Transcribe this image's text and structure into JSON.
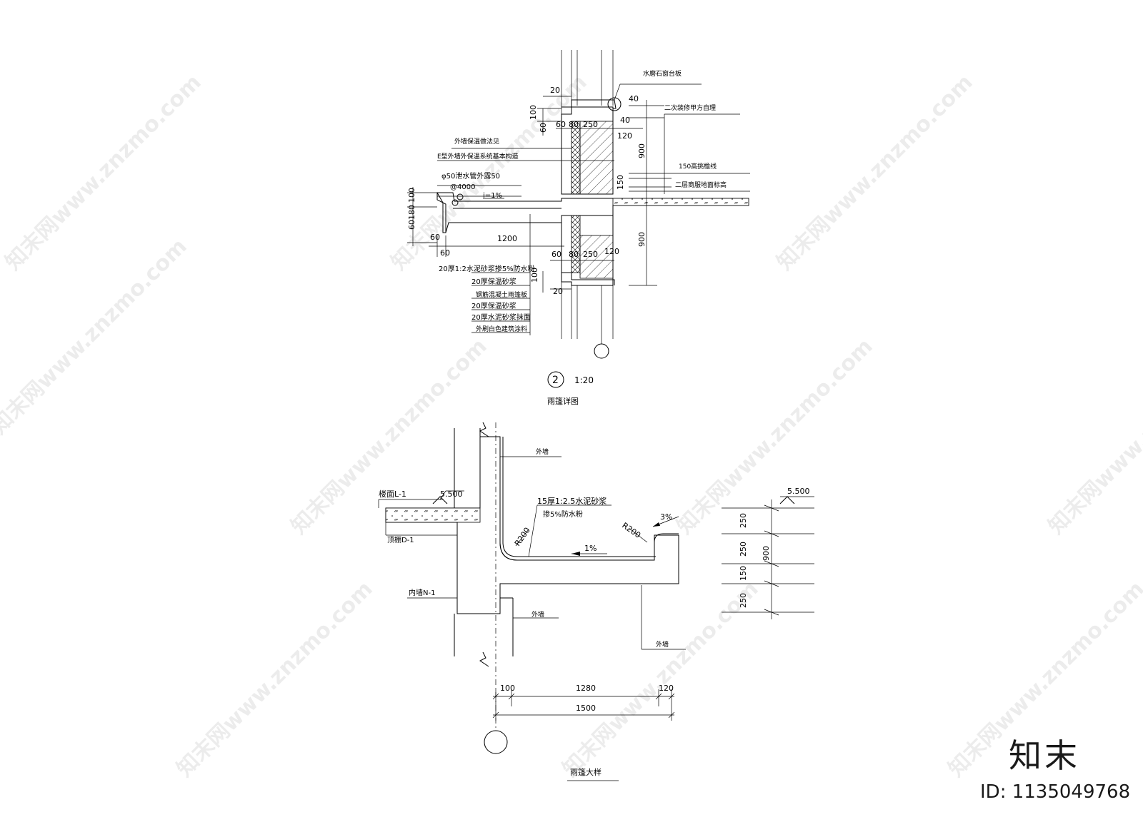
{
  "detail1": {
    "title_num": "2",
    "scale": "1:20",
    "caption": "雨篷详图",
    "labels": {
      "sill": "水磨石窗台板",
      "decor": "二次装修甲方自理",
      "insul_a": "外墙保温做法见",
      "insul_b": "E型外墙外保温系统基本构造",
      "drain_a": "φ50泄水管外露50",
      "drain_b": "@4000",
      "slope": "i=1%",
      "eave": "150高挑檐线",
      "floor": "二层商服地面标高",
      "l1": "20厚1:2水泥砂浆掺5%防水粉",
      "l2": "20厚保温砂浆",
      "l3": "钢筋混凝土雨篷板",
      "l4": "20厚保温砂浆",
      "l5": "20厚水泥砂浆抹面",
      "l6": "外刷白色建筑涂料"
    },
    "dims": {
      "d20a": "20",
      "d40a": "40",
      "d100a": "100",
      "d40b": "40",
      "d60a": "60",
      "d60b": "60",
      "d80a": "80",
      "d250a": "250",
      "d120a": "120",
      "d900a": "900",
      "d150a": "150",
      "d60180": "60180",
      "d100b": "100",
      "d60c": "60",
      "d60d": "60",
      "d1200": "1200",
      "d900b": "900",
      "d60e": "60",
      "d80b": "80",
      "d250b": "250",
      "d120b": "120",
      "d100c": "100",
      "d20b": "20"
    }
  },
  "detail2": {
    "caption": "雨篷大样",
    "labels": {
      "wall_top": "外墙",
      "wall_mid": "外墙",
      "wall_bottom": "外墙",
      "floor_l": "楼面L-1",
      "ceiling_d": "顶棚D-1",
      "inner_n": "内墙N-1",
      "elev_a": "5.500",
      "elev_b": "5.500",
      "mortar_a": "15厚1:2.5水泥砂浆",
      "mortar_b": "掺5%防水粉",
      "r200a": "R200",
      "r200b": "R200",
      "slope3": "3%",
      "slope1": "1%"
    },
    "dims": {
      "d100": "100",
      "d1280": "1280",
      "d120": "120",
      "d1500": "1500",
      "v250a": "250",
      "v250b": "250",
      "v150": "150",
      "v250c": "250",
      "v900": "900"
    }
  },
  "watermark": {
    "text": "知末网www.znzmo.com",
    "brand": "知末",
    "id": "ID: 1135049768"
  }
}
